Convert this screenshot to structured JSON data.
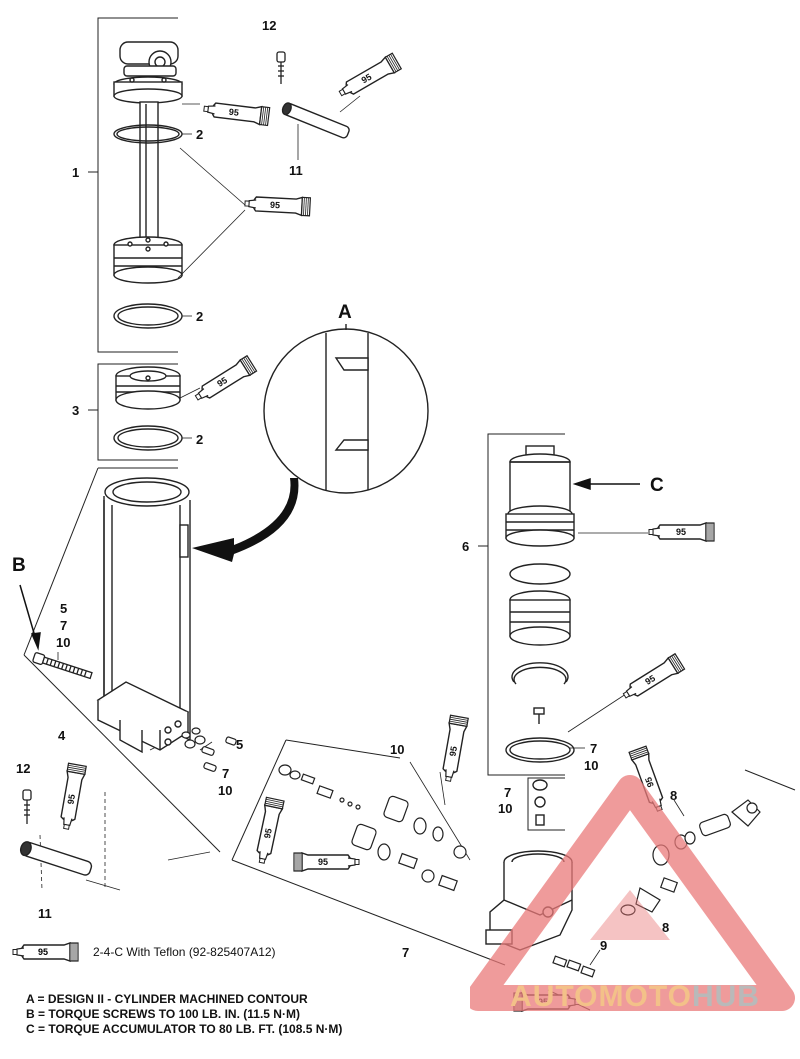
{
  "callouts": {
    "n1": "1",
    "n2a": "2",
    "n2b": "2",
    "n2c": "2",
    "n3": "3",
    "n4": "4",
    "n5a": "5",
    "n7a": "7",
    "n10a": "10",
    "n5b": "5",
    "n7b": "7",
    "n10b": "10",
    "n6": "6",
    "n7c": "7",
    "n10c": "10",
    "n7d": "7",
    "n10d": "10",
    "n7e": "7",
    "n8a": "8",
    "n8b": "8",
    "n9": "9",
    "n10e": "10",
    "n11a": "11",
    "n11b": "11",
    "n12a": "12",
    "n12b": "12"
  },
  "detail_letters": {
    "a": "A",
    "b": "B",
    "c": "C"
  },
  "tube_label": "95",
  "legend": {
    "tube_label": "95",
    "text": "2-4-C  With Teflon (92-825407A12)"
  },
  "notes": [
    "A = DESIGN II - CYLINDER MACHINED CONTOUR",
    "B = TORQUE SCREWS TO 100 LB. IN. (11.5 N·M)",
    "C = TORQUE ACCUMULATOR TO 80 LB. FT. (108.5 N·M)"
  ],
  "watermark": {
    "part1": "AUTOMOTO",
    "part2": "HUB"
  },
  "colors": {
    "line": "#222222",
    "watermark_red": "#e9797a",
    "watermark_orange": "#f3c189",
    "watermark_gray": "#b9b9b9"
  }
}
